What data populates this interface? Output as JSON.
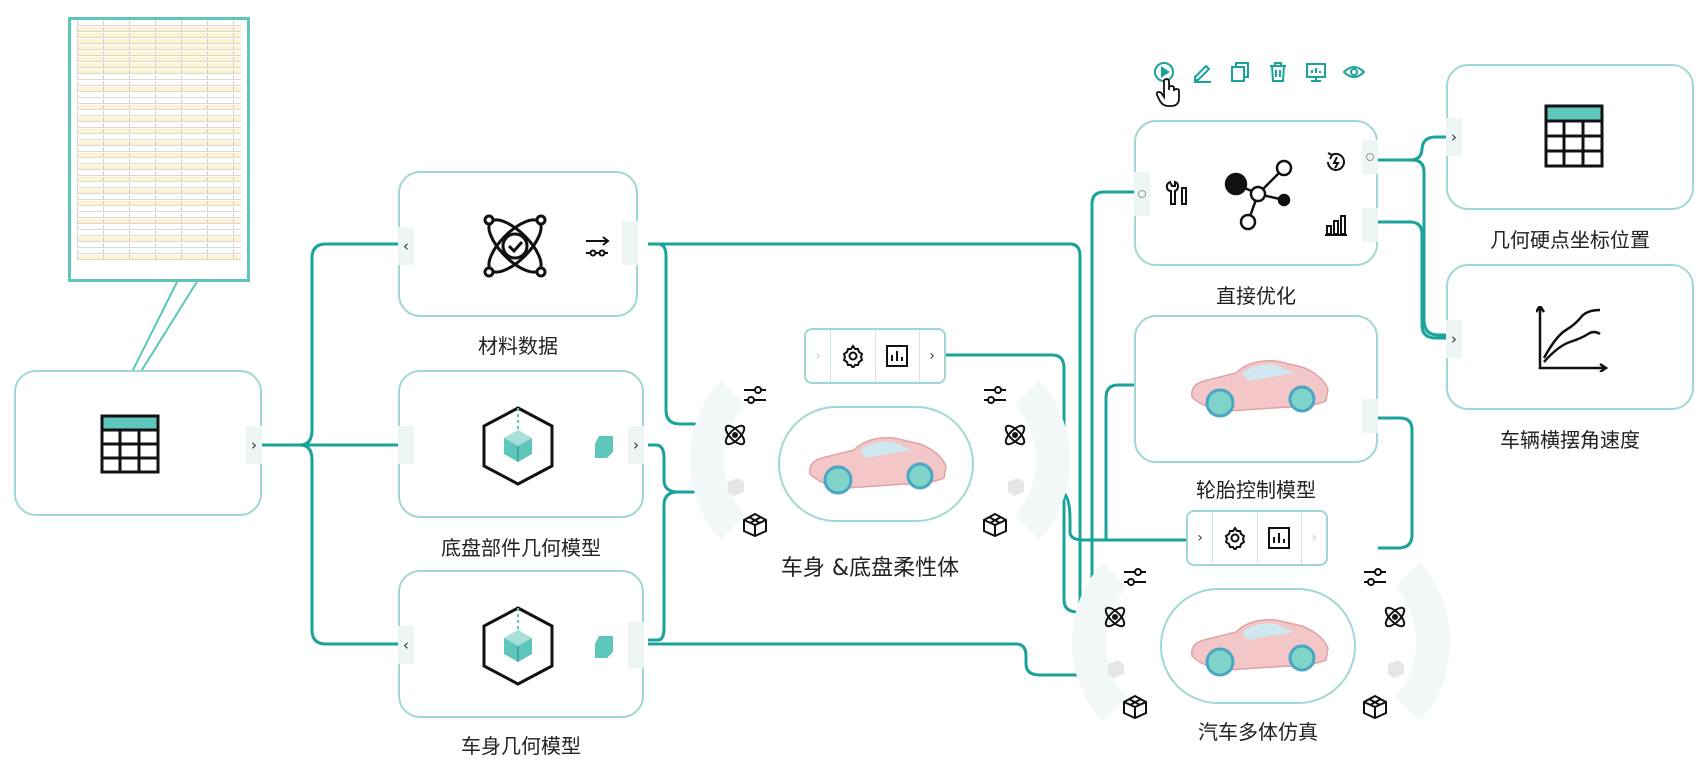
{
  "nodes": {
    "table_source": {
      "icon": "table-icon"
    },
    "material": {
      "label": "材料数据",
      "icon": "atom-check-icon"
    },
    "chassis": {
      "label": "底盘部件几何模型",
      "icon": "cube-icon"
    },
    "body": {
      "label": "车身几何模型",
      "icon": "cube-icon"
    },
    "flex_body": {
      "label": "车身 &底盘柔性体",
      "icon": "car-icon"
    },
    "optimize": {
      "label": "直接优化",
      "icon": "graph-network-icon"
    },
    "tire": {
      "label": "轮胎控制模型",
      "icon": "car-icon"
    },
    "multibody": {
      "label": "汽车多体仿真",
      "icon": "car-icon"
    },
    "hardpoints": {
      "label": "几何硬点坐标位置",
      "icon": "table-icon"
    },
    "roll_rate": {
      "label": "车辆横摆角速度",
      "icon": "line-chart-icon"
    }
  },
  "toolbar": {
    "items": [
      "play-icon",
      "edit-icon",
      "copy-icon",
      "delete-icon",
      "monitor-icon",
      "eye-icon"
    ]
  },
  "colors": {
    "accent": "#1aa39a",
    "border": "#9fd8d2",
    "header_teal": "#5ec6bb",
    "text": "#222222"
  }
}
